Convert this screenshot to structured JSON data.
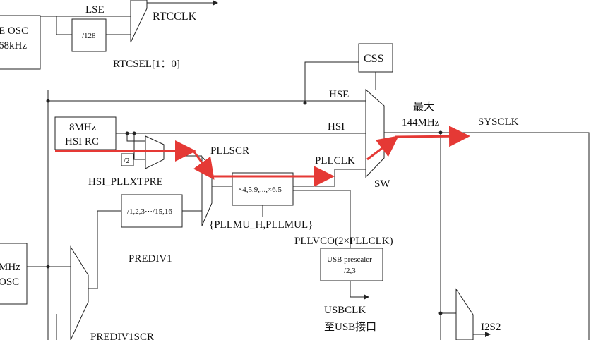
{
  "colors": {
    "line": "#222222",
    "highlight": "#e53935"
  },
  "labels": {
    "lse": "LSE",
    "lse_osc_line1": "E OSC",
    "lse_osc_line2": "68kHz",
    "div128": "/128",
    "rtcclk": "RTCCLK",
    "rtcsel": "RTCSEL[1：0]",
    "css": "CSS",
    "hse": "HSE",
    "hsi": "HSI",
    "hsi_rc_line1": "8MHz",
    "hsi_rc_line2": "HSI RC",
    "div2": "/2",
    "hsi_pllxtpre": "HSI_PLLXTPRE",
    "pllscr": "PLLSCR",
    "pllclk": "PLLCLK",
    "pll_mul": "×4,5,9,...,×6.5",
    "pllmul_label": "{PLLMU_H,PLLMUL}",
    "pllvco": "PLLVCO(2×PLLCLK)",
    "prediv1_box": "/1,2,3⋯/15,16",
    "prediv1": "PREDIV1",
    "prediv1scr": "PREDIV1SCR",
    "max_line1": "最大",
    "max_line2": "144MHz",
    "sysclk": "SYSCLK",
    "sw": "SW",
    "usb_prescaler_line1": "USB prescaler",
    "usb_prescaler_line2": "/2,3",
    "usbclk": "USBCLK",
    "usb_port": "至USB接口",
    "hse_osc_line1": "MHz",
    "hse_osc_line2": "OSC",
    "i2s2": "I2S2"
  }
}
